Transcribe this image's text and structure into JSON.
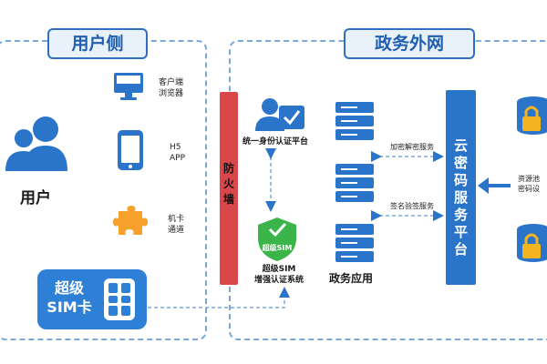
{
  "user_side": {
    "title": "用户侧",
    "user_label": "用户",
    "client_label_1": "客户端",
    "client_label_2": "浏览器",
    "h5_label_1": "H5",
    "h5_label_2": "APP",
    "card_label_1": "机卡",
    "card_label_2": "通道",
    "sim_line_1": "超级",
    "sim_line_2": "SIM卡"
  },
  "gov_net": {
    "title": "政务外网",
    "firewall": [
      "防",
      "火",
      "墙"
    ],
    "auth_label": "统一身份认证平台",
    "shield_text": "超级SIM",
    "sim_system_1": "超级SIM",
    "sim_system_2": "增强认证系统",
    "app_label": "政务应用",
    "encrypt_service": "加密解密服务",
    "sign_service": "签名验签服务",
    "cloud_platform": [
      "云",
      "密",
      "码",
      "服",
      "务",
      "平",
      "台"
    ],
    "pool_1": "资源池",
    "pool_2": "密码设"
  },
  "colors": {
    "primary": "#2a74c9",
    "firewall": "#d9474b",
    "shield": "#3bb54a",
    "dashed": "#7aa9d9",
    "puzzle": "#f5a12c",
    "database": "#f2b521"
  }
}
